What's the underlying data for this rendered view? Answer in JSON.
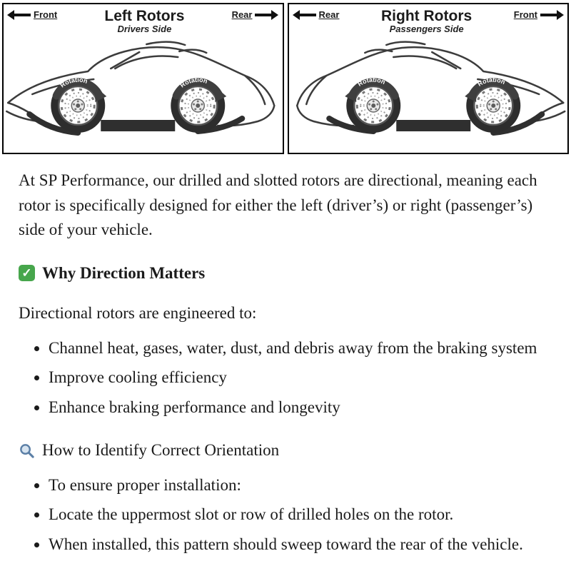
{
  "diagram": {
    "left": {
      "dir_left": "Front",
      "title": "Left Rotors",
      "subtitle": "Drivers Side",
      "dir_right": "Rear",
      "rotation": "Rotation"
    },
    "right": {
      "dir_left": "Rear",
      "title": "Right Rotors",
      "subtitle": "Passengers Side",
      "dir_right": "Front",
      "rotation": "Rotation"
    }
  },
  "content": {
    "intro": "At SP Performance, our drilled and slotted rotors are directional, meaning each rotor is specifically designed for either the left (driver’s) or right (passenger’s) side of your vehicle.",
    "section1": {
      "icon_glyph": "✓",
      "icon_name": "check-icon",
      "title": "Why Direction Matters",
      "lead": "Directional rotors are engineered to:",
      "bullets": [
        "Channel heat, gases, water, dust, and debris away from the braking system",
        "Improve cooling efficiency",
        "Enhance braking performance and longevity"
      ]
    },
    "section2": {
      "icon_name": "magnifier-icon",
      "title": "How to Identify Correct Orientation",
      "bullets": [
        "To ensure proper installation:",
        "Locate the uppermost slot or row of drilled holes on the rotor.",
        "When installed, this pattern should sweep toward the rear of the vehicle."
      ]
    }
  }
}
